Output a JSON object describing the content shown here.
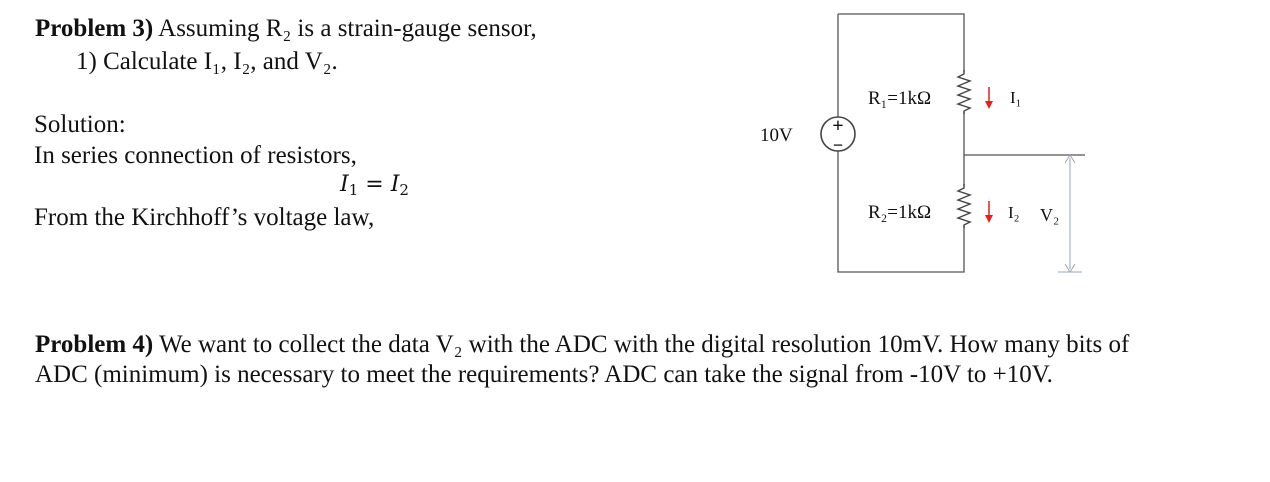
{
  "problem3": {
    "heading": "Problem 3)",
    "statement": " Assuming R₂ is a strain-gauge sensor,",
    "item": "1)  Calculate I₁, I₂, and V₂."
  },
  "solution": {
    "heading": "Solution:",
    "line1": "In series connection of resistors,",
    "equation": {
      "lhs": "I",
      "lhs_sub": "1",
      "op": "=",
      "rhs": "I",
      "rhs_sub": "2"
    },
    "line2": "From the Kirchhoff’s voltage law,"
  },
  "circuit": {
    "source_label": "10V",
    "source_plus": "+",
    "source_minus": "−",
    "r1_label": "R₁=1kΩ",
    "r2_label": "R₂=1kΩ",
    "i1_label": "I₁",
    "i2_label": "I₂",
    "v2_label": "V₂",
    "arrow_color": "#e0201b",
    "wire_color": "#555555"
  },
  "problem4": {
    "heading": "Problem 4)",
    "text1": " We want to collect the data V₂ with the ADC with the digital resolution 10mV. How many bits of",
    "text2": "ADC (minimum) is necessary to meet the requirements? ADC can take the signal from -10V to +10V."
  }
}
